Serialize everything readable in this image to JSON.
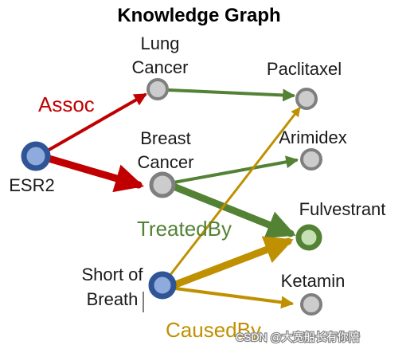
{
  "title": "Knowledge Graph",
  "colors": {
    "assoc": "#c00000",
    "treated_by": "#548235",
    "caused_by": "#bf9000",
    "node_gray_fill": "#cccccc",
    "node_gray_stroke": "#7f7f7f",
    "node_blue_fill": "#8faadc",
    "node_blue_stroke": "#2f5597",
    "node_green_fill": "#c5e0b4",
    "node_green_stroke": "#548235"
  },
  "nodes": {
    "esr2": {
      "label": "ESR2",
      "style": "blue"
    },
    "lung_cancer": {
      "label_lines": [
        "Lung",
        "Cancer"
      ],
      "style": "gray"
    },
    "breast_cancer": {
      "label_lines": [
        "Breast",
        "Cancer"
      ],
      "style": "gray"
    },
    "short_of_breath": {
      "label_lines": [
        "Short of",
        "Breath"
      ],
      "style": "blue"
    },
    "paclitaxel": {
      "label": "Paclitaxel",
      "style": "gray"
    },
    "arimidex": {
      "label": "Arimidex",
      "style": "gray"
    },
    "fulvestrant": {
      "label": "Fulvestrant",
      "style": "green"
    },
    "ketamin": {
      "label": "Ketamin",
      "style": "gray"
    }
  },
  "edge_labels": {
    "assoc": "Assoc",
    "treated_by": "TreatedBy",
    "caused_by": "CausedBy"
  },
  "edges": [
    {
      "from": "esr2",
      "to": "lung_cancer",
      "relation": "assoc",
      "weight": "thin"
    },
    {
      "from": "esr2",
      "to": "breast_cancer",
      "relation": "assoc",
      "weight": "thick"
    },
    {
      "from": "lung_cancer",
      "to": "paclitaxel",
      "relation": "treated_by",
      "weight": "thin"
    },
    {
      "from": "breast_cancer",
      "to": "arimidex",
      "relation": "treated_by",
      "weight": "thin"
    },
    {
      "from": "breast_cancer",
      "to": "fulvestrant",
      "relation": "treated_by",
      "weight": "thick"
    },
    {
      "from": "short_of_breath",
      "to": "paclitaxel",
      "relation": "caused_by",
      "weight": "thin"
    },
    {
      "from": "short_of_breath",
      "to": "fulvestrant",
      "relation": "caused_by",
      "weight": "thick"
    },
    {
      "from": "short_of_breath",
      "to": "ketamin",
      "relation": "caused_by",
      "weight": "thin"
    }
  ],
  "watermark": "CSDN @大宽船长有你陪"
}
